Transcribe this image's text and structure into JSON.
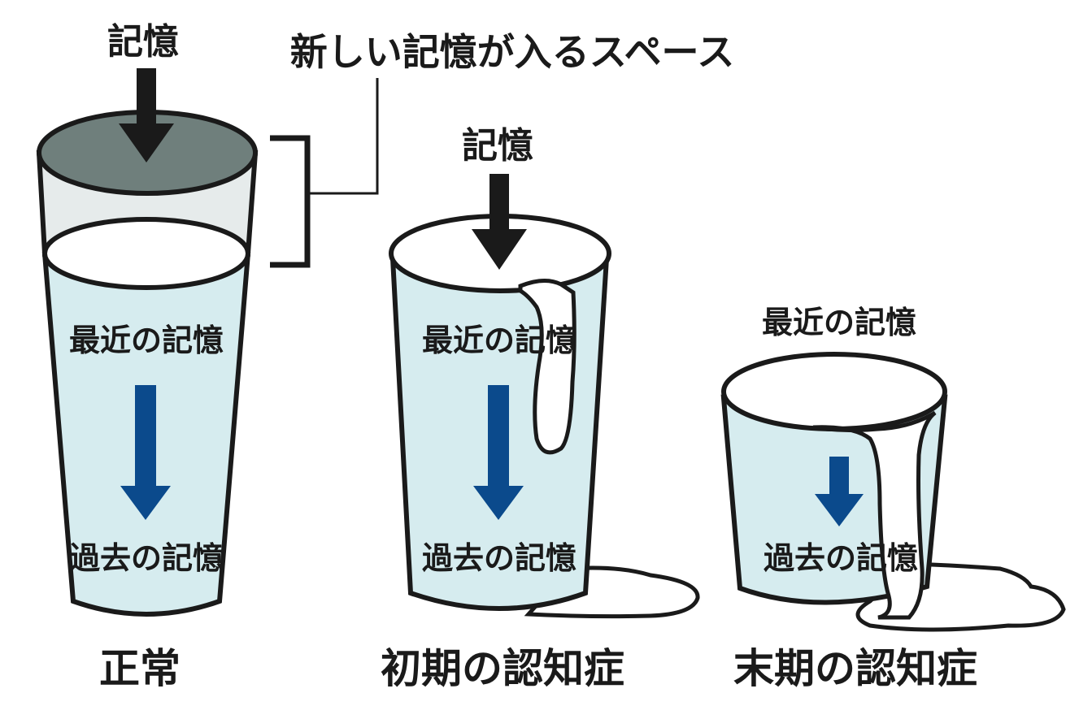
{
  "top_labels": {
    "memory_in_normal": "記憶",
    "space_caption": "新しい記憶が入るスペース",
    "memory_in_early": "記憶"
  },
  "cups": [
    {
      "recent_label": "最近の記憶",
      "past_label": "過去の記憶",
      "caption": "正常"
    },
    {
      "recent_label": "最近の記憶",
      "past_label": "過去の記憶",
      "caption": "初期の認知症"
    },
    {
      "recent_label": "最近の記憶",
      "past_label": "過去の記憶",
      "caption": "末期の認知症"
    }
  ],
  "colors": {
    "liquid": "#d6ecef",
    "space_band": "#e6ebeb",
    "top_surface": "#6f7f7c",
    "outline": "#1a1a1a",
    "blue_arrow": "#0b4a8c",
    "black_arrow": "#1a1a1a"
  }
}
